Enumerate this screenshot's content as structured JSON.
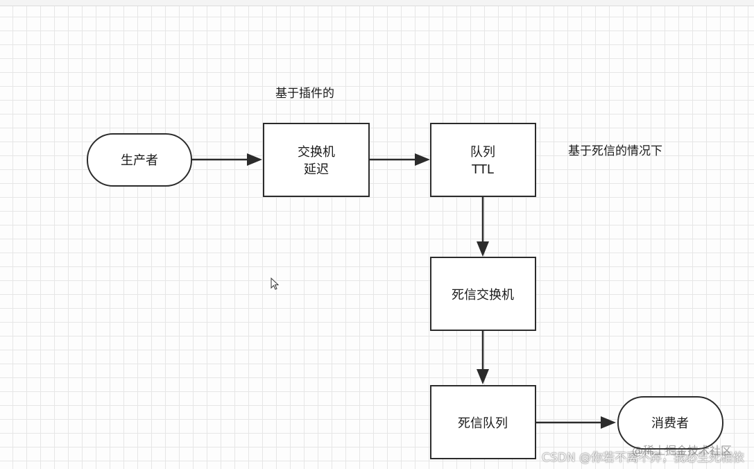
{
  "nodes": {
    "producer": {
      "label": "生产者"
    },
    "exchange_delay": {
      "line1": "交换机",
      "line2": "延迟"
    },
    "queue_ttl": {
      "line1": "队列",
      "line2": "TTL"
    },
    "dead_exchange": {
      "label": "死信交换机"
    },
    "dead_queue": {
      "label": "死信队列"
    },
    "consumer": {
      "label": "消费者"
    }
  },
  "annotations": {
    "plugin_based": "基于插件的",
    "deadletter_based": "基于死信的情况下"
  },
  "watermark": {
    "primary": "CSDN @你若不离不弃，我必生死相依",
    "secondary": "@稀土掘金技术社区"
  }
}
